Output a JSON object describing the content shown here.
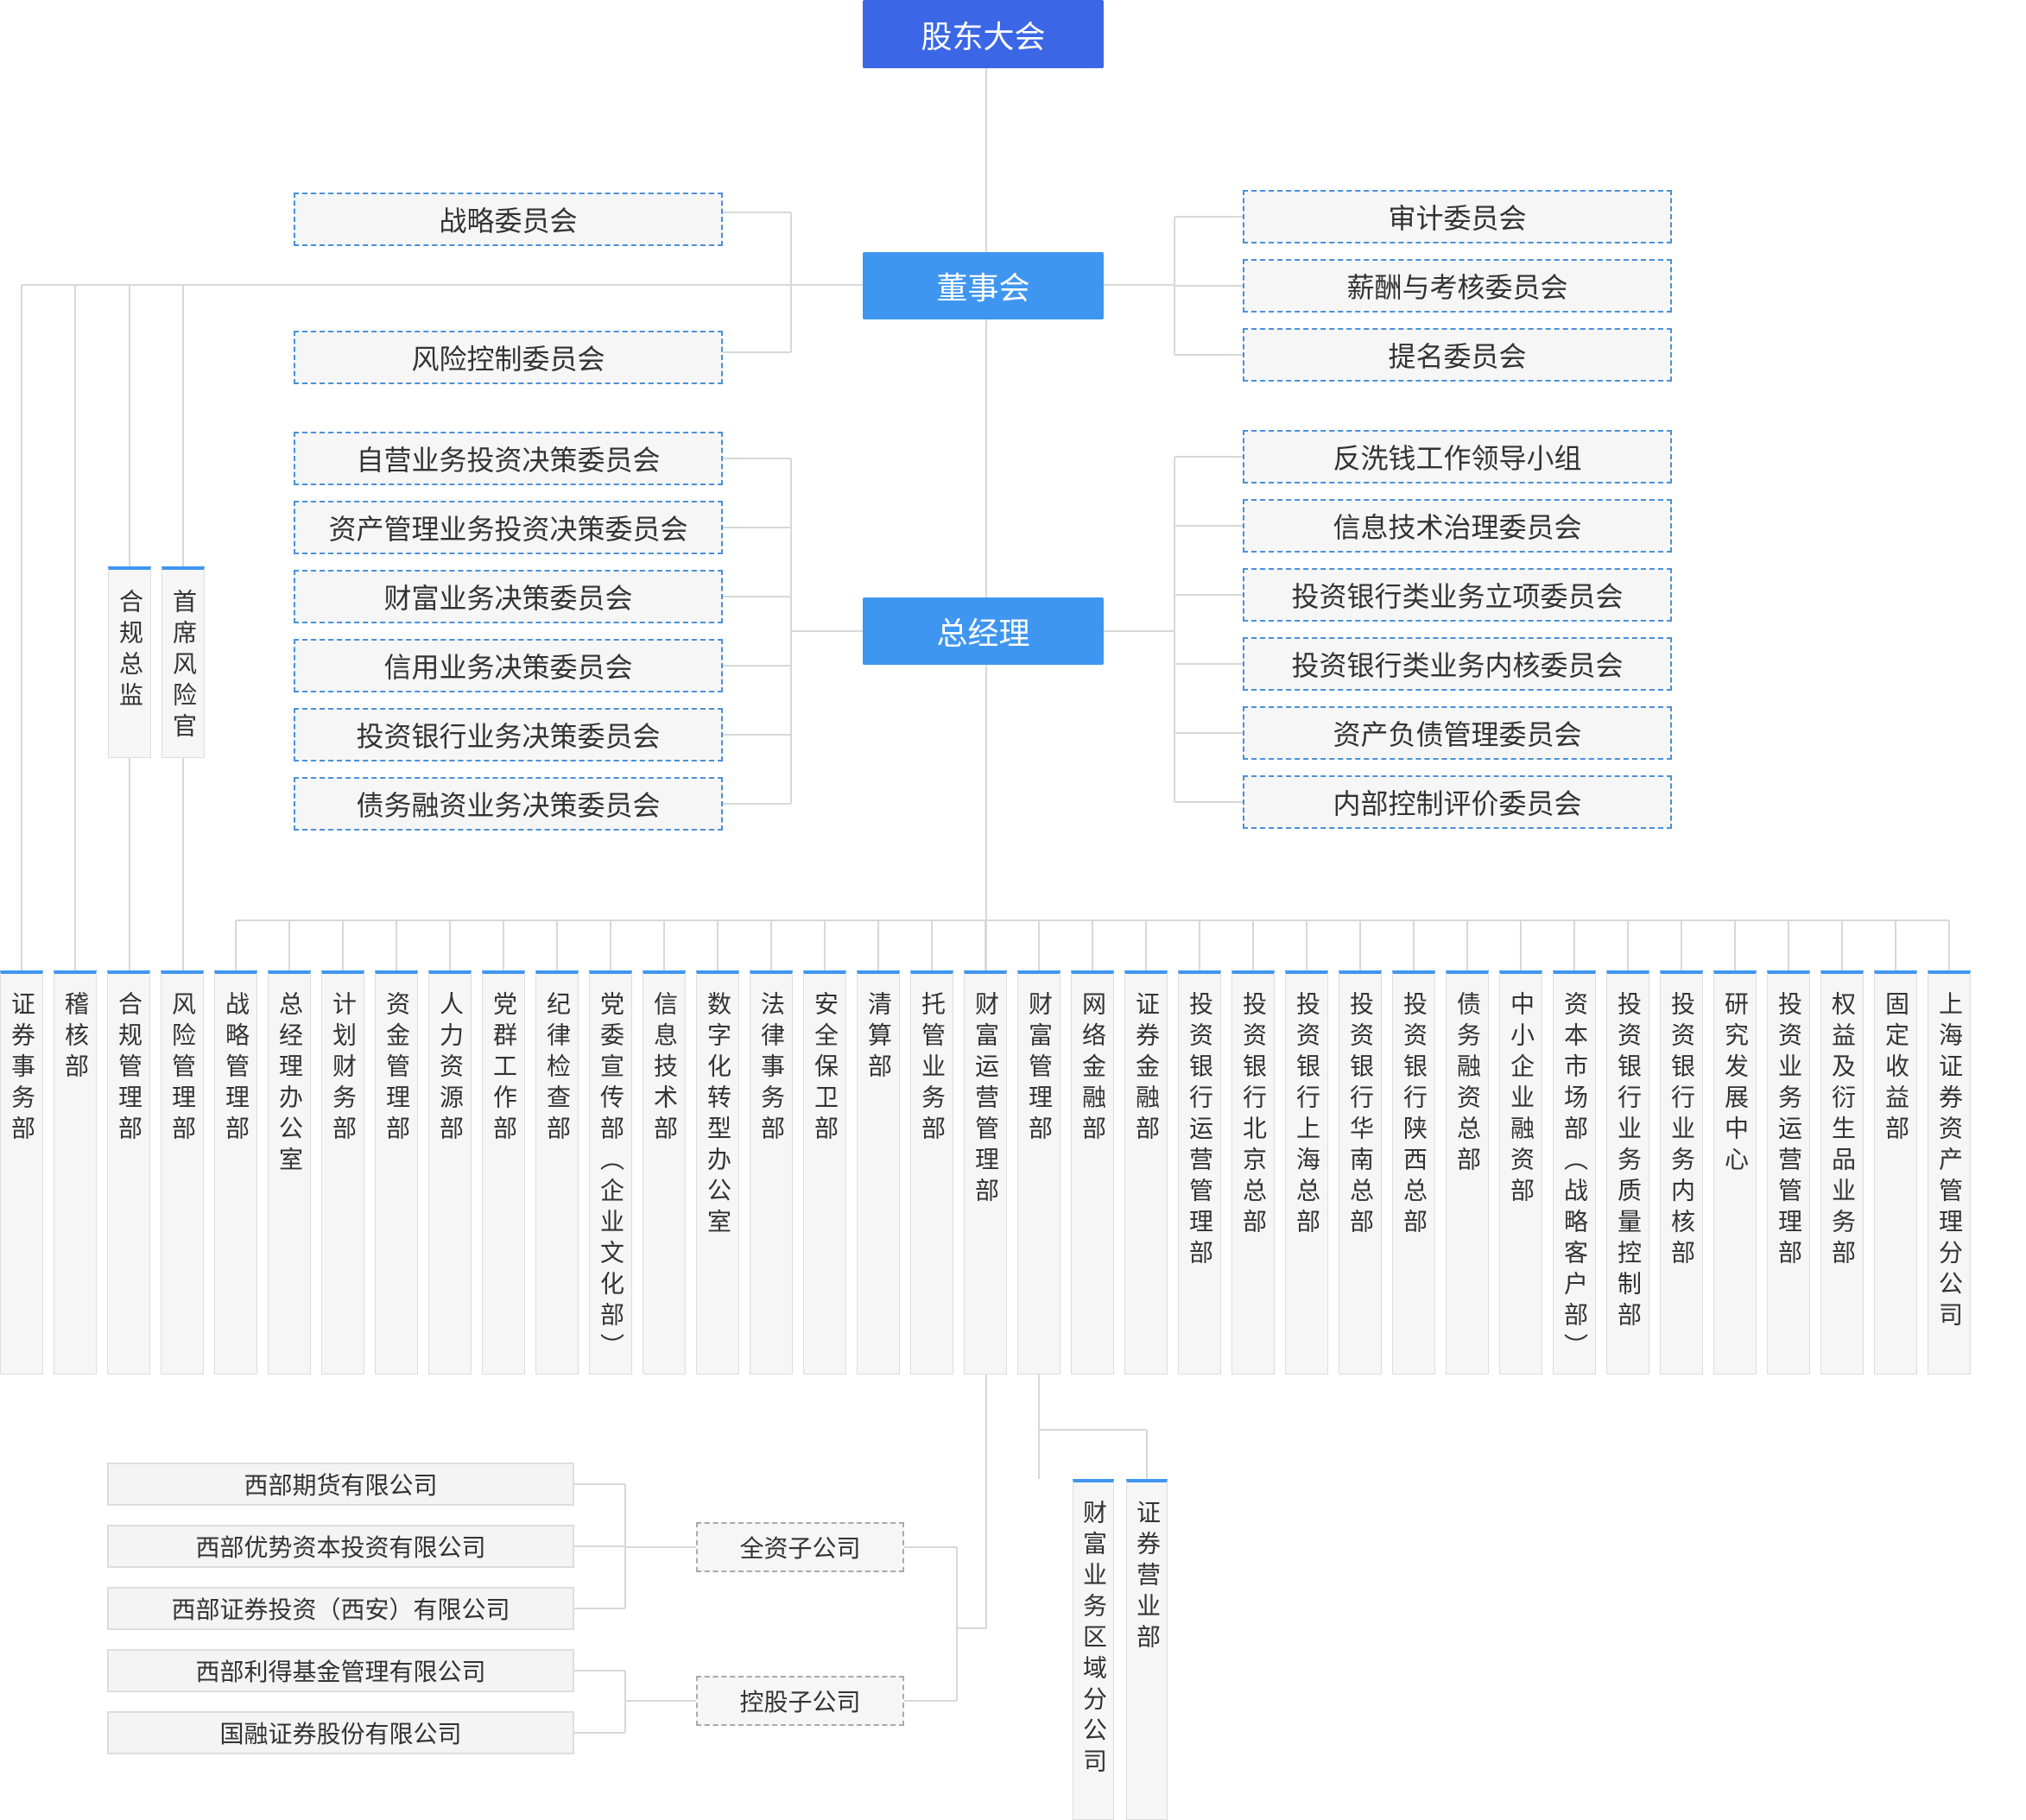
{
  "shareholders": "股东大会",
  "board": "董事会",
  "general_manager": "总经理",
  "board_committees_left": [
    "战略委员会",
    "风险控制委员会"
  ],
  "board_committees_right": [
    "审计委员会",
    "薪酬与考核委员会",
    "提名委员会"
  ],
  "gm_committees_left": [
    "自营业务投资决策委员会",
    "资产管理业务投资决策委员会",
    "财富业务决策委员会",
    "信用业务决策委员会",
    "投资银行业务决策委员会",
    "债务融资业务决策委员会"
  ],
  "gm_committees_right": [
    "反洗钱工作领导小组",
    "信息技术治理委员会",
    "投资银行类业务立项委员会",
    "投资银行类业务内核委员会",
    "资产负债管理委员会",
    "内部控制评价委员会"
  ],
  "officers": [
    "合规总监",
    "首席风险官"
  ],
  "departments": [
    "证券事务部",
    "稽核部",
    "合规管理部",
    "风险管理部",
    "战略管理部",
    "总经理办公室",
    "计划财务部",
    "资金管理部",
    "人力资源部",
    "党群工作部",
    "纪律检查部",
    "党委宣传部（企业文化部）",
    "信息技术部",
    "数字化转型办公室",
    "法律事务部",
    "安全保卫部",
    "清算部",
    "托管业务部",
    "财富运营管理部",
    "财富管理部",
    "网络金融部",
    "证券金融部",
    "投资银行运营管理部",
    "投资银行北京总部",
    "投资银行上海总部",
    "投资银行华南总部",
    "投资银行陕西总部",
    "债务融资总部",
    "中小企业融资部",
    "资本市场部（战略客户部）",
    "投资银行业务质量控制部",
    "投资银行业务内核部",
    "研究发展中心",
    "投资业务运营管理部",
    "权益及衍生品业务部",
    "固定收益部",
    "上海证券资产管理分公司"
  ],
  "sub_branches": [
    "财富业务区域分公司",
    "证券营业部"
  ],
  "wholly_owned": {
    "label": "全资子公司",
    "companies": [
      "西部期货有限公司",
      "西部优势资本投资有限公司",
      "西部证券投资（西安）有限公司"
    ]
  },
  "holding": {
    "label": "控股子公司",
    "companies": [
      "西部利得基金管理有限公司",
      "国融证券股份有限公司"
    ]
  },
  "colors": {
    "top": "#3b67e6",
    "node": "#3f96f0",
    "accent": "#3f96f0",
    "line": "#d8d8d8"
  }
}
